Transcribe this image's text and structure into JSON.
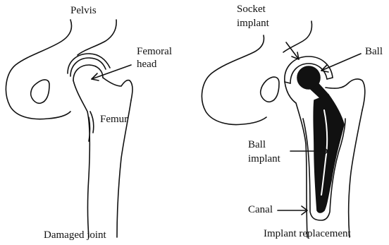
{
  "colors": {
    "ink": "#111111",
    "fill_dark": "#111111",
    "paper": "#ffffff"
  },
  "left_panel": {
    "labels": {
      "pelvis": "Pelvis",
      "femoral_head_line1": "Femoral",
      "femoral_head_line2": "head",
      "femur": "Femur"
    },
    "caption": "Damaged joint"
  },
  "right_panel": {
    "labels": {
      "socket_line1": "Socket",
      "socket_line2": "implant",
      "ball": "Ball",
      "ball_implant_line1": "Ball",
      "ball_implant_line2": "implant",
      "canal": "Canal"
    },
    "caption": "Implant replacement"
  }
}
